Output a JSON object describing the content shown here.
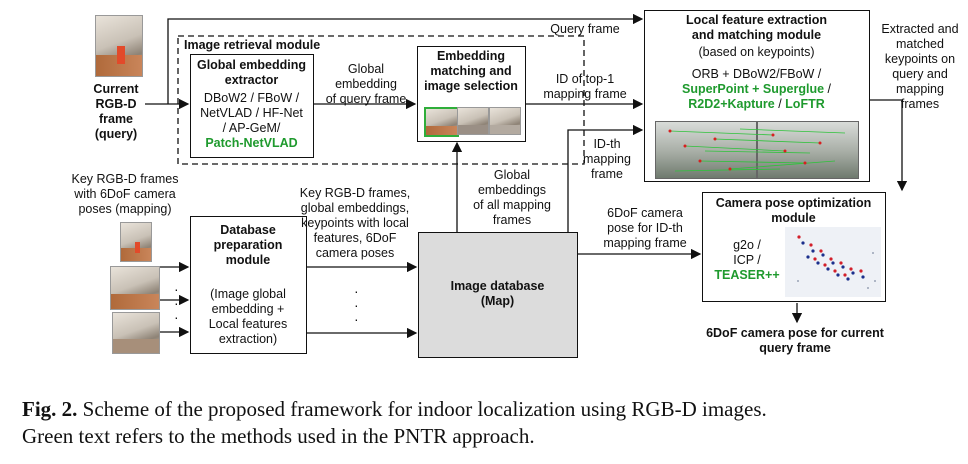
{
  "query": {
    "title": "Current RGB-D frame (query)",
    "lines": [
      "Current",
      "RGB-D",
      "frame",
      "(query)"
    ]
  },
  "retrieval_module": {
    "title": "Image retrieval module"
  },
  "global_extractor": {
    "title_lines": [
      "Global embedding",
      "extractor"
    ],
    "methods_lines": [
      "DBoW2 / FBoW /",
      "NetVLAD / HF-Net",
      "/ AP-GeM/"
    ],
    "green_method": "Patch-NetVLAD"
  },
  "labels": {
    "global_embedding_query": [
      "Global",
      "embedding",
      "of query frame"
    ],
    "query_frame": "Query frame",
    "id_top1": [
      "ID of top-1",
      "mapping frame"
    ],
    "id_th": [
      "ID-th",
      "mapping",
      "frame"
    ],
    "global_embeddings_all": [
      "Global",
      "embeddings",
      "of all mapping",
      "frames"
    ],
    "key_frames_input": [
      "Key RGB-D frames",
      "with 6DoF camera",
      "poses (mapping)"
    ],
    "key_frames_db": [
      "Key RGB-D frames,",
      "global embeddings,",
      "keypoints with local",
      "features, 6DoF",
      "camera poses"
    ],
    "pose_for_id": [
      "6DoF camera",
      "pose for ID-th",
      "mapping frame"
    ],
    "extracted_matched": [
      "Extracted and",
      "matched",
      "keypoints on",
      "query and",
      "mapping",
      "frames"
    ],
    "final_pose": [
      "6DoF camera pose for current",
      "query frame"
    ]
  },
  "embedding_matching": {
    "title_lines": [
      "Embedding",
      "matching and",
      "image selection"
    ]
  },
  "local_feature": {
    "title_lines": [
      "Local feature extraction",
      "and matching module"
    ],
    "subtitle": "(based on keypoints)",
    "methods_line": "ORB + DBoW2/FBoW /",
    "green_1": "SuperPoint + Superglue",
    "sep_1": " /",
    "green_2": "R2D2+Kapture",
    "sep_2": " / ",
    "green_3": "LoFTR"
  },
  "database_prep": {
    "title_lines": [
      "Database",
      "preparation",
      "module"
    ],
    "desc_lines": [
      "(Image global",
      "embedding +",
      "Local features",
      "extraction)"
    ]
  },
  "image_database": {
    "title_lines": [
      "Image database",
      "(Map)"
    ]
  },
  "pose_optimization": {
    "title_lines": [
      "Camera pose optimization",
      "module"
    ],
    "methods_lines": [
      "g2o /",
      "ICP /"
    ],
    "green_method": "TEASER++"
  },
  "caption": {
    "label": "Fig. 2.",
    "line1": "Scheme of the proposed framework for indoor localization using RGB-D images.",
    "line2": "Green text refers to the methods used in the PNTR approach."
  },
  "colors": {
    "green": "#1f9a2e",
    "database_fill": "#dcdcdc",
    "pointcloud_red": "#d21f2a",
    "pointcloud_blue": "#1b2f8c"
  }
}
